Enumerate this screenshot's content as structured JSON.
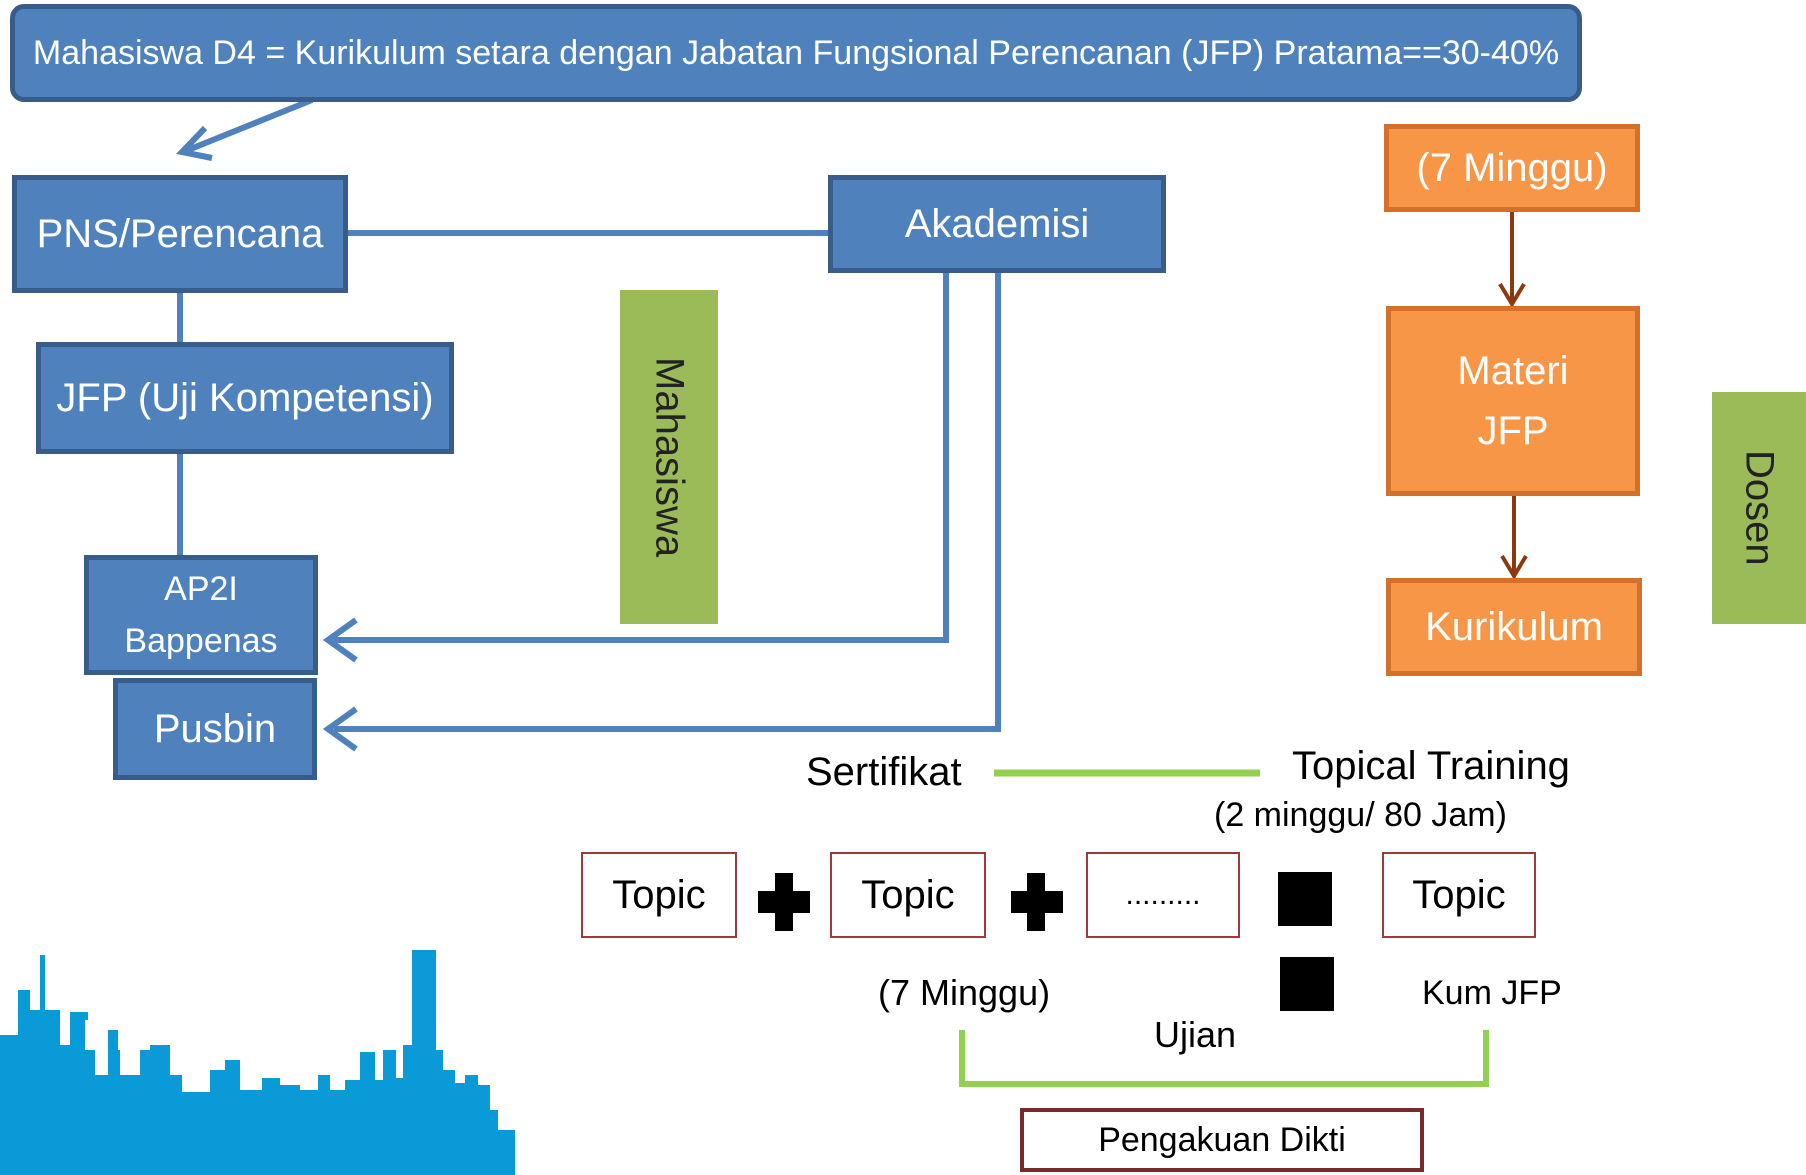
{
  "top_banner": {
    "text": "Mahasiswa D4 = Kurikulum setara dengan Jabatan Fungsional Perencanan (JFP) Pratama==30-40%"
  },
  "left_flow": {
    "pns": "PNS/Perencana",
    "jfp": "JFP (Uji Kompetensi)",
    "ap2i_line1": "AP2I",
    "ap2i_line2": "Bappenas",
    "pusbin": "Pusbin"
  },
  "akademisi": "Akademisi",
  "side_labels": {
    "mahasiswa": "Mahasiswa",
    "dosen": "Dosen"
  },
  "right_flow": {
    "weeks": "(7 Minggu)",
    "materi_line1": "Materi",
    "materi_line2": "JFP",
    "kurikulum": "Kurikulum"
  },
  "training": {
    "sertifikat": "Sertifikat",
    "topical_training": "Topical Training",
    "duration": "(2 minggu/ 80 Jam)",
    "topic1": "Topic",
    "topic2": "Topic",
    "ellipsis": ".........",
    "topic3": "Topic",
    "weeks_note": "(7 Minggu)",
    "ujian": "Ujian",
    "kum_jfp": "Kum JFP",
    "pengakuan": "Pengakuan Dikti"
  },
  "colors": {
    "blue_fill": "#4f81bd",
    "blue_border": "#385d8a",
    "orange_fill": "#f79646",
    "green": "#9bbb59",
    "dark_red": "#a0393a",
    "skyline": "#0b9ad8"
  }
}
